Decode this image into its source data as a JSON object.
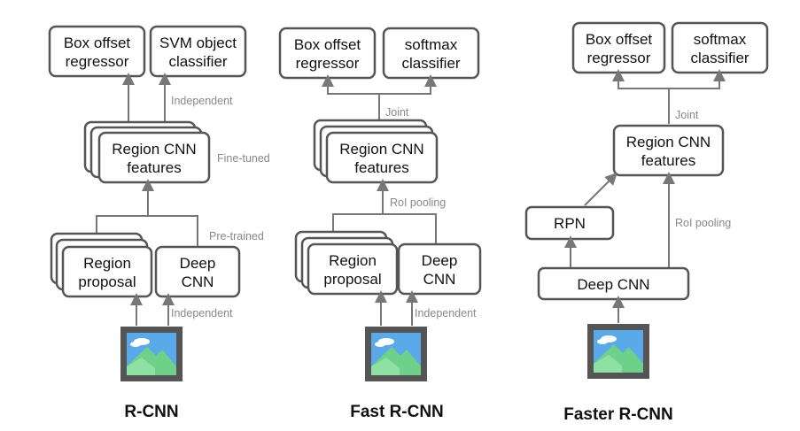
{
  "rcnn": {
    "title": "R-CNN",
    "box_offset": [
      "Box offset",
      "regressor"
    ],
    "classifier": [
      "SVM object",
      "classifier"
    ],
    "features": [
      "Region CNN",
      "features"
    ],
    "region_proposal": [
      "Region",
      "proposal"
    ],
    "deep_cnn": [
      "Deep",
      "CNN"
    ],
    "ann_top": "Independent",
    "ann_mid": "Fine-tuned",
    "ann_pre": "Pre-trained",
    "ann_bottom": "Independent"
  },
  "fast": {
    "title": "Fast R-CNN",
    "box_offset": [
      "Box offset",
      "regressor"
    ],
    "classifier": [
      "softmax",
      "classifier"
    ],
    "features": [
      "Region CNN",
      "features"
    ],
    "region_proposal": [
      "Region",
      "proposal"
    ],
    "deep_cnn": [
      "Deep",
      "CNN"
    ],
    "ann_top": "Joint",
    "ann_mid": "RoI pooling",
    "ann_bottom": "Independent"
  },
  "faster": {
    "title": "Faster R-CNN",
    "box_offset": [
      "Box offset",
      "regressor"
    ],
    "classifier": [
      "softmax",
      "classifier"
    ],
    "features": [
      "Region CNN",
      "features"
    ],
    "rpn": "RPN",
    "deep_cnn": "Deep CNN",
    "ann_top": "Joint",
    "ann_roi": "RoI pooling"
  },
  "colors": {
    "box_stroke": "#555555",
    "connector": "#777777",
    "annotation": "#888888",
    "image_frame": "#555555",
    "image_sky": "#5aa9e8",
    "image_mountain": "#6fd189"
  }
}
